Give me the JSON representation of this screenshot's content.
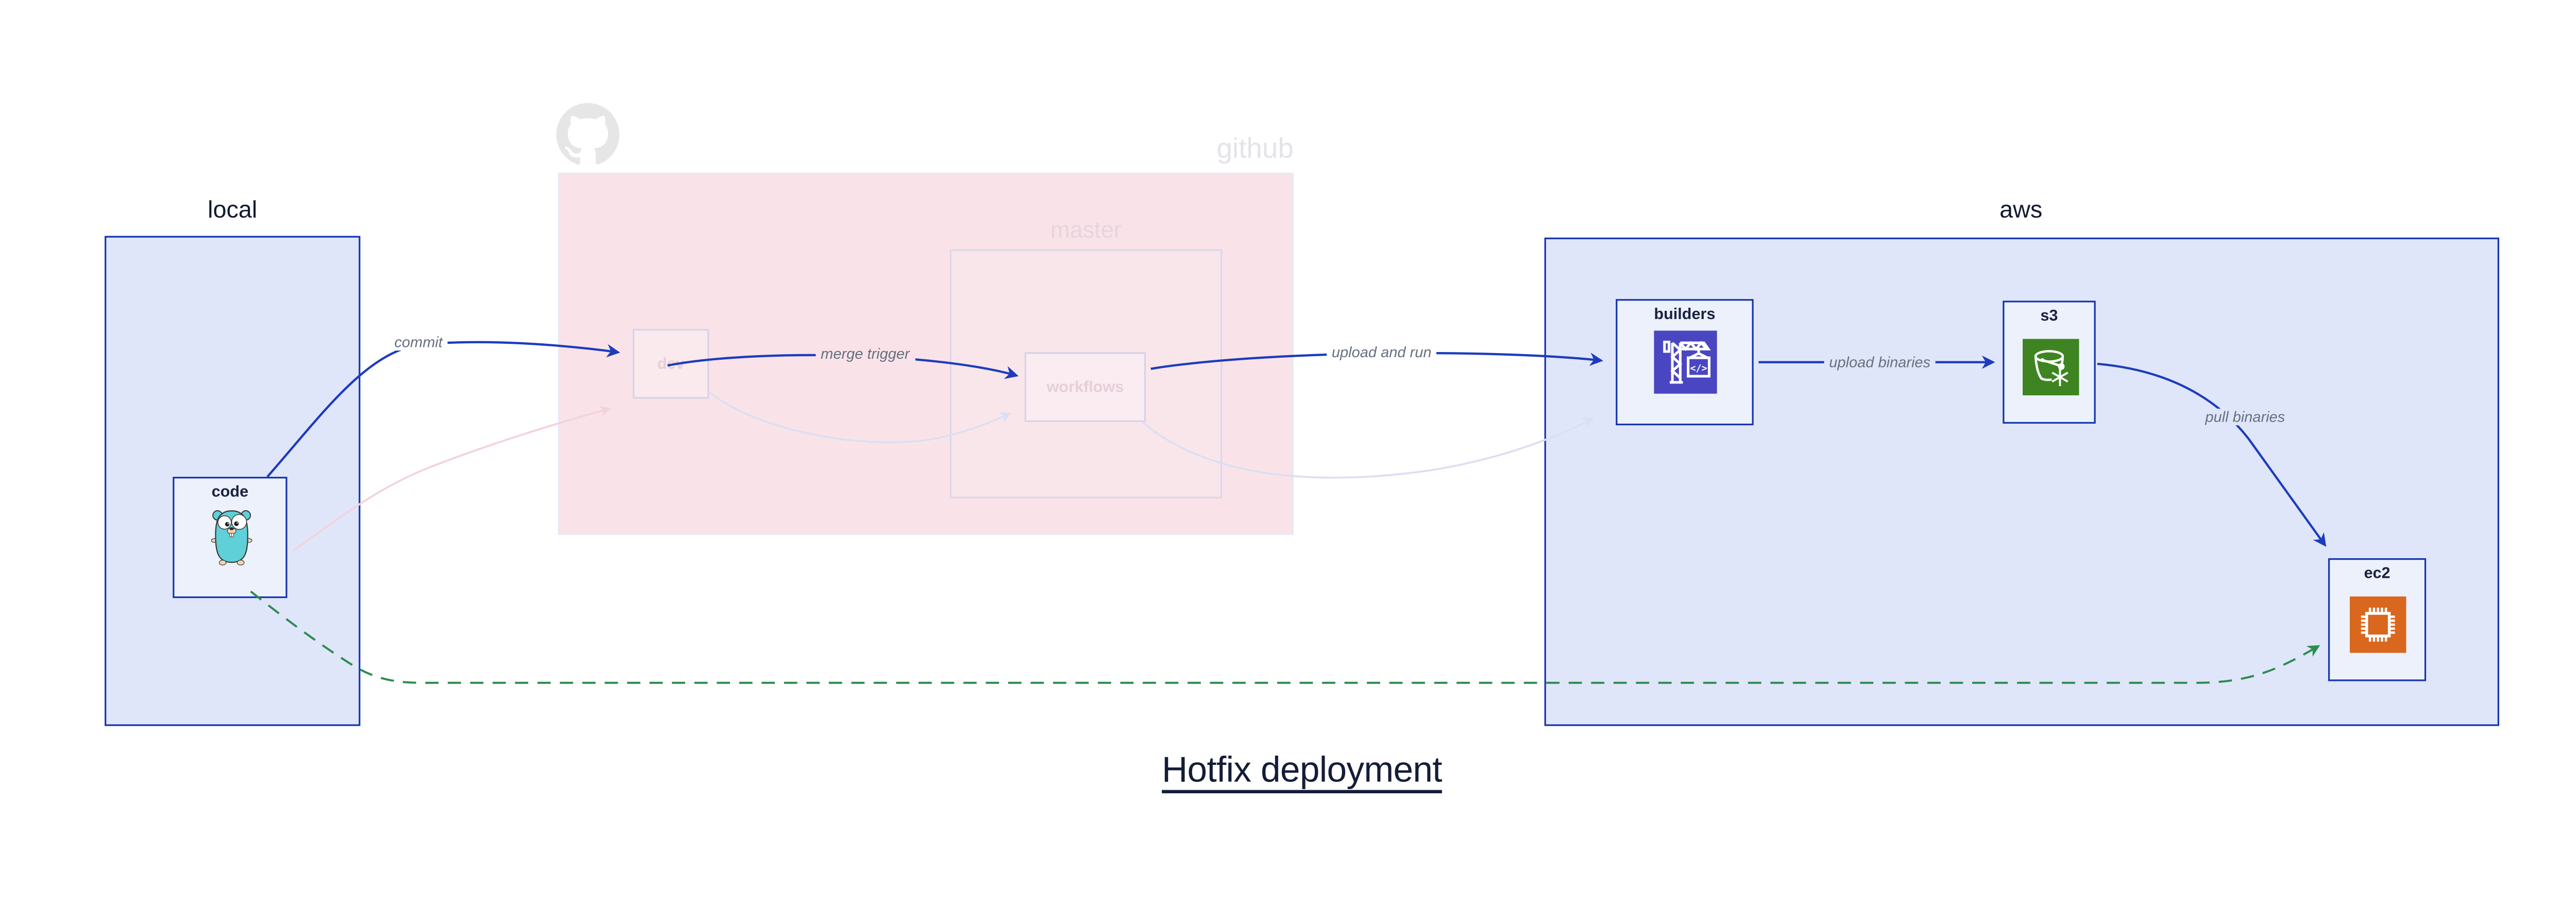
{
  "title": "Hotfix deployment",
  "regions": {
    "local": {
      "label": "local"
    },
    "github": {
      "label": "github",
      "branch_label": "master"
    },
    "aws": {
      "label": "aws"
    }
  },
  "nodes": {
    "code": {
      "label": "code",
      "icon": "gopher-icon"
    },
    "dev": {
      "label": "dev"
    },
    "workflows": {
      "label": "workflows"
    },
    "builders": {
      "label": "builders",
      "icon": "codebuild-crane-icon",
      "icon_glyph": "</>"
    },
    "s3": {
      "label": "s3",
      "icon": "s3-glacier-bucket-icon"
    },
    "ec2": {
      "label": "ec2",
      "icon": "ec2-chip-icon"
    }
  },
  "edges": {
    "commit": {
      "label": "commit",
      "style": "solid-blue"
    },
    "merge_trigger": {
      "label": "merge trigger",
      "style": "solid-blue"
    },
    "upload_and_run": {
      "label": "upload and run",
      "style": "solid-blue"
    },
    "upload_binaries": {
      "label": "upload binaries",
      "style": "solid-blue"
    },
    "pull_binaries": {
      "label": "pull binaries",
      "style": "solid-blue"
    },
    "hotfix_pull": {
      "label": "",
      "style": "dashed-green"
    }
  },
  "colors": {
    "edge_blue": "#1d3cbd",
    "edge_green": "#2e8b50",
    "faded_edge_pink": "#f2d3dd",
    "faded_edge_lavender": "#dcdff2",
    "box_border_blue": "#1535b0",
    "region_fill_blue": "#e0e6f9",
    "node_fill": "#edf1fb",
    "github_fill_pink": "#f9e3e9",
    "faded_text_pink": "#e6d5dc",
    "faded_text_gray": "#e4e4e8",
    "builders_icon_bg": "#4a46c2",
    "s3_icon_bg": "#3e8522",
    "ec2_icon_bg": "#d9671d",
    "gopher_teal": "#5fd0d8"
  }
}
